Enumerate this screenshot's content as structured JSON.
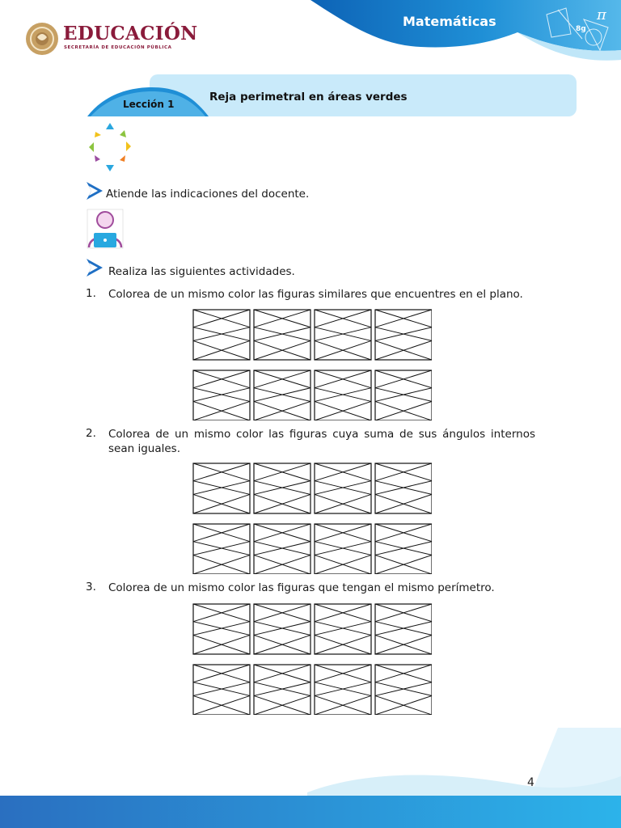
{
  "header": {
    "brand_name": "EDUCACIÓN",
    "brand_subtitle": "SECRETARÍA DE EDUCACIÓN PÚBLICA",
    "subject": "Matemáticas",
    "pi": "π",
    "accent_color": "#1f8fd6",
    "brand_color": "#8a1b3b"
  },
  "lesson": {
    "label": "Lección 1",
    "title": "Reja perimetral en áreas verdes",
    "tab_color": "#1f8fd6",
    "bar_color": "#c9eafa"
  },
  "instructions": [
    {
      "icon": "arrow-icon",
      "text": "Atiende las indicaciones del docente."
    },
    {
      "icon": "arrow-icon",
      "text": "Realiza las siguientes actividades."
    }
  ],
  "activities": [
    {
      "number": "1.",
      "text": "Colorea de un mismo color las figuras similares que encuentres en el plano."
    },
    {
      "number": "2.",
      "text": "Colorea de un mismo color las figuras cuya suma de sus ángulos internos sean iguales."
    },
    {
      "number": "3.",
      "text": "Colorea de un mismo color las figuras que tengan el mismo perímetro."
    }
  ],
  "footer": {
    "page_number": "4"
  }
}
